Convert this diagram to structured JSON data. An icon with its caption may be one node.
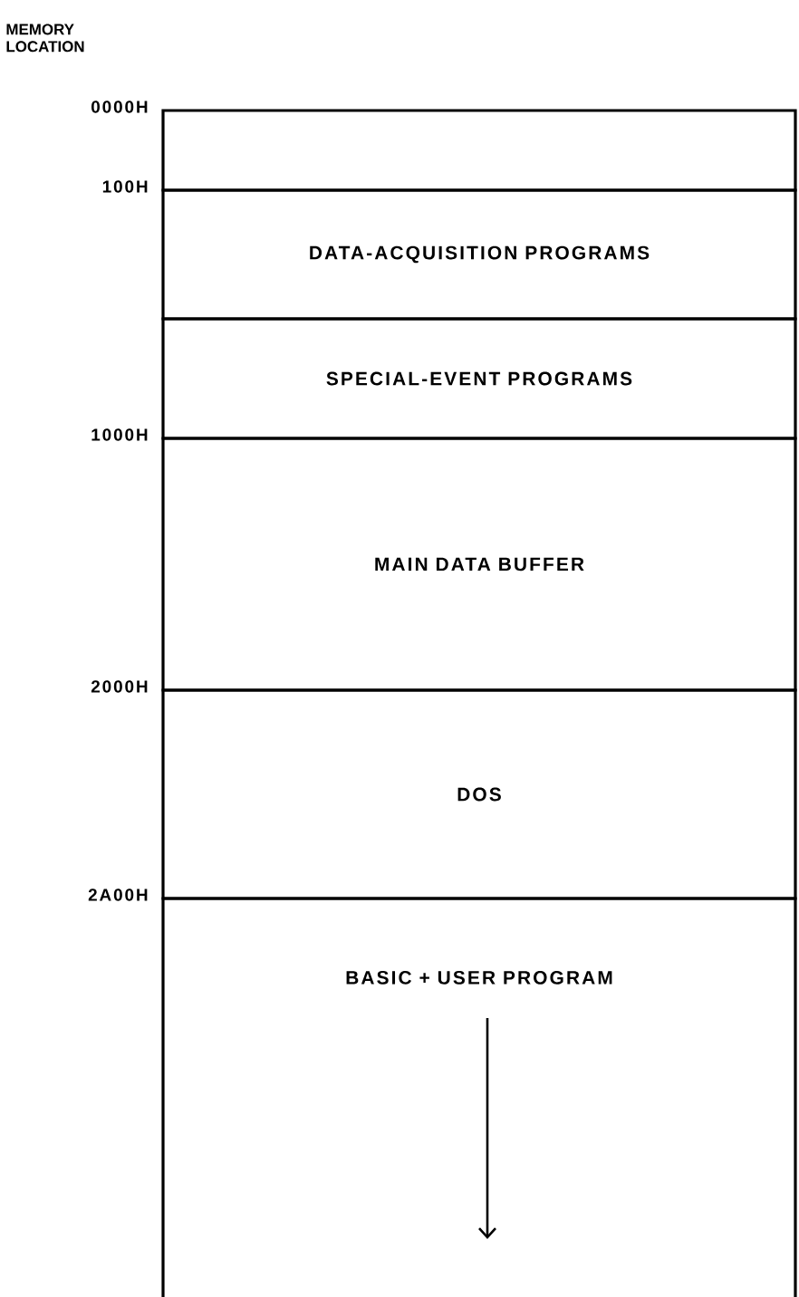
{
  "diagram": {
    "nodes": [
      {
        "text": [],
        "shape": "box"
      },
      {
        "text": [
          "DATA-ACQUISITION PROGRAMS"
        ]
      },
      {
        "text": [
          "SPECIAL-EVENT PROGRAMS"
        ]
      },
      {
        "text": [
          "MAIN DATA BUFFER"
        ]
      },
      {
        "text": [
          "DOS"
        ]
      },
      {
        "text": [
          "BASIC + USER PROGRAM"
        ]
      }
    ],
    "labels": [
      "MEMORY LOCATION",
      "0000H",
      "100H",
      "1000H",
      "2000H",
      "2A00H"
    ]
  }
}
